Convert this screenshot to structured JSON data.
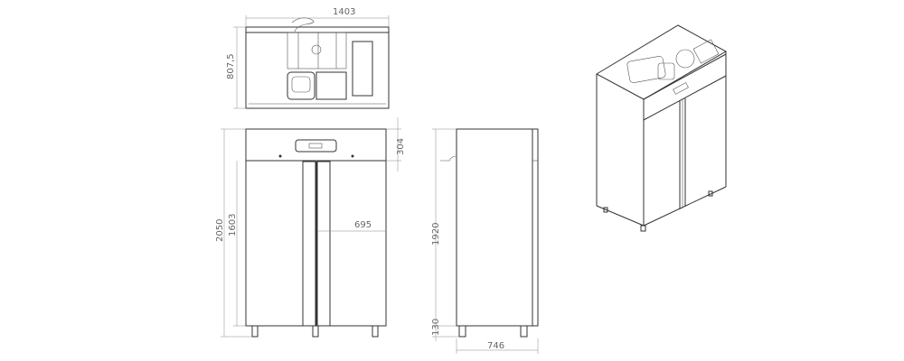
{
  "dimensions": {
    "top_width": "1403",
    "top_depth": "807,5",
    "front_band_height": "304",
    "total_height": "2050",
    "door_height": "1603",
    "door_width": "695",
    "side_body_height": "1920",
    "leg_height": "130",
    "side_depth": "746"
  },
  "colors": {
    "line": "#333333",
    "dimension": "#888888"
  }
}
